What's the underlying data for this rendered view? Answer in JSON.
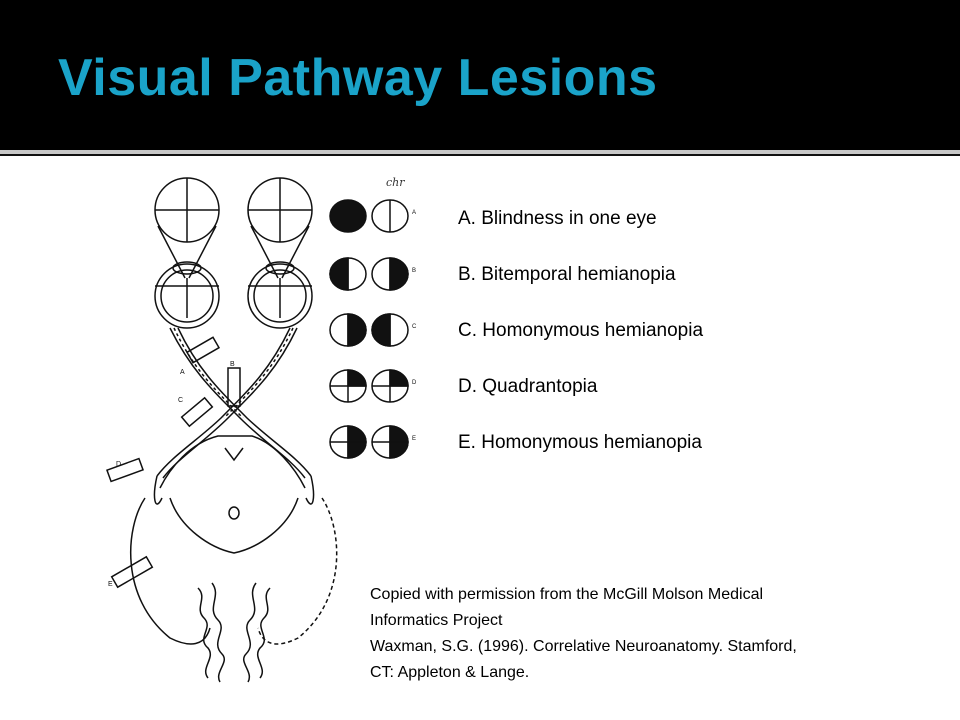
{
  "slide": {
    "title": "Visual Pathway Lesions"
  },
  "figure": {
    "annotation": "chr",
    "lesion_letters": [
      "A",
      "B",
      "C",
      "D",
      "E"
    ]
  },
  "legend": [
    "A. Blindness in one eye",
    "B. Bitemporal hemianopia",
    "C. Homonymous hemianopia",
    "D. Quadrantopia",
    "E. Homonymous hemianopia"
  ],
  "credit": {
    "line1": "Copied with permission from the McGill Molson Medical",
    "line2": "Informatics Project",
    "line3": "Waxman, S.G. (1996). Correlative Neuroanatomy.  Stamford,",
    "line4": "CT: Appleton & Lange."
  },
  "colors": {
    "title": "#1aa3c9",
    "title_bar": "#000000"
  }
}
